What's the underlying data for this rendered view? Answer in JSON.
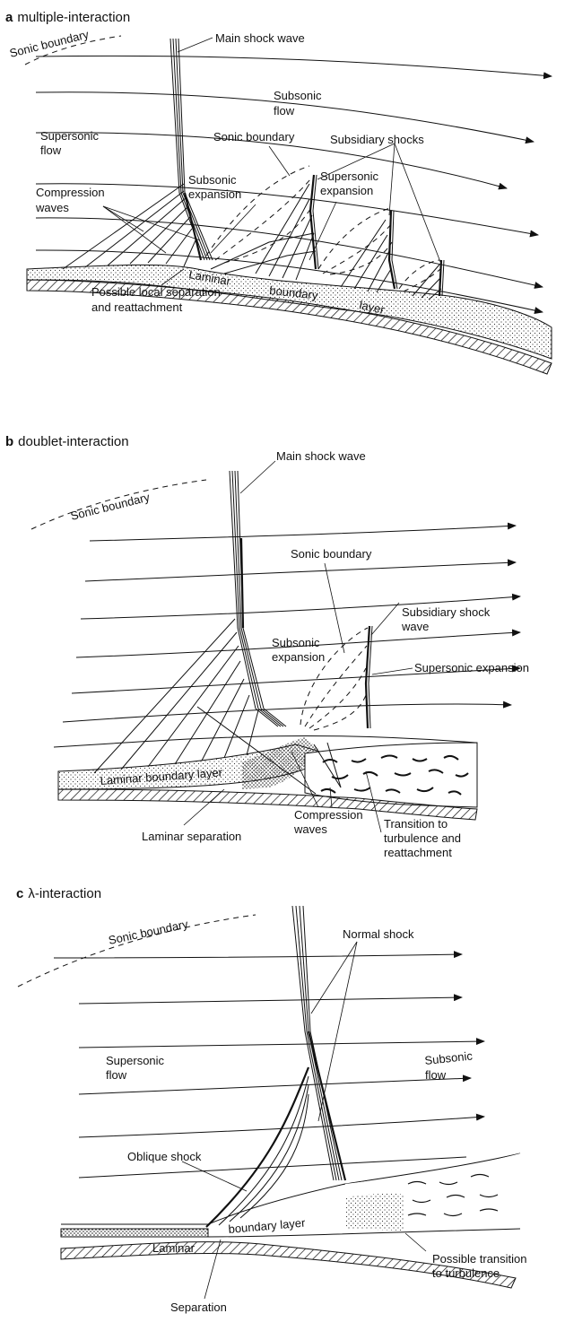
{
  "panels": {
    "a": {
      "letter": "a",
      "title": "multiple-interaction",
      "labels": {
        "sonic_boundary_outer": "Sonic boundary",
        "main_shock_wave": "Main shock wave",
        "subsonic_flow_1": "Subsonic",
        "subsonic_flow_2": "flow",
        "supersonic_flow_1": "Supersonic",
        "supersonic_flow_2": "flow",
        "sonic_boundary_inner": "Sonic boundary",
        "subsidiary_shocks": "Subsidiary shocks",
        "compression_waves_1": "Compression",
        "compression_waves_2": "waves",
        "subsonic_expansion_1": "Subsonic",
        "subsonic_expansion_2": "expansion",
        "supersonic_expansion_1": "Supersonic",
        "supersonic_expansion_2": "expansion",
        "bl_laminar": "Laminar",
        "bl_boundary": "boundary",
        "bl_layer": "layer",
        "local_separation_1": "Possible local separation",
        "local_separation_2": "and reattachment"
      }
    },
    "b": {
      "letter": "b",
      "title": "doublet-interaction",
      "labels": {
        "main_shock_wave": "Main shock wave",
        "sonic_boundary_outer": "Sonic boundary",
        "sonic_boundary_inner": "Sonic boundary",
        "subsidiary_shock_1": "Subsidiary shock",
        "subsidiary_shock_2": "wave",
        "subsonic_expansion_1": "Subsonic",
        "subsonic_expansion_2": "expansion",
        "supersonic_expansion": "Supersonic expansion",
        "laminar_boundary_layer": "Laminar boundary layer",
        "compression_waves_1": "Compression",
        "compression_waves_2": "waves",
        "laminar_separation": "Laminar separation",
        "transition_1": "Transition to",
        "transition_2": "turbulence and",
        "transition_3": "reattachment"
      }
    },
    "c": {
      "letter": "c",
      "title": "λ-interaction",
      "labels": {
        "sonic_boundary": "Sonic boundary",
        "normal_shock": "Normal shock",
        "supersonic_flow_1": "Supersonic",
        "supersonic_flow_2": "flow",
        "subsonic_flow_1": "Subsonic",
        "subsonic_flow_2": "flow",
        "oblique_shock": "Oblique shock",
        "laminar": "Laminar",
        "boundary_layer": "boundary layer",
        "possible_transition_1": "Possible transition",
        "possible_transition_2": "to turbulence",
        "separation": "Separation"
      }
    }
  },
  "colors": {
    "ink": "#111111",
    "background": "#ffffff"
  }
}
